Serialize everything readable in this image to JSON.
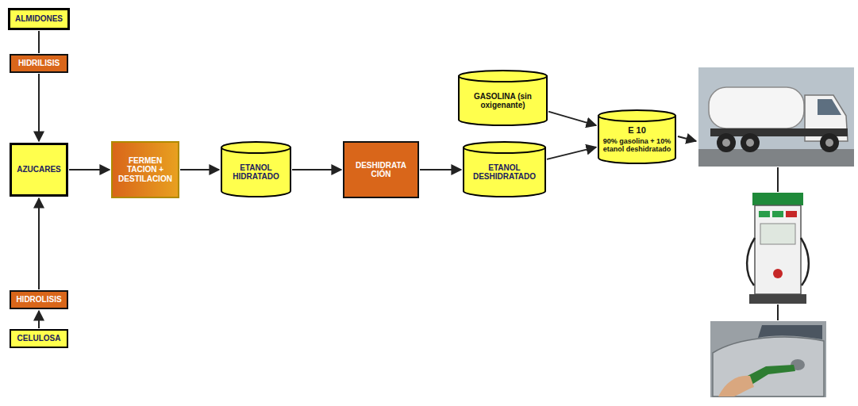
{
  "diagram": {
    "nodes": [
      {
        "text": [
          "ALMIDONES"
        ]
      },
      {
        "text": [
          "HIDRILISIS"
        ]
      },
      {
        "text": [
          "AZUCARES"
        ]
      },
      {
        "text": [
          "HIDROLISIS"
        ]
      },
      {
        "text": [
          "CELULOSA"
        ]
      },
      {
        "text": [
          "FERMEN TACION + DESTILACION"
        ]
      },
      {
        "text": [
          "ETANOL HIDRATADO"
        ]
      },
      {
        "text": [
          "DESHIDRATA CIÓN"
        ]
      },
      {
        "text": [
          "ETANOL DESHIDRATADO"
        ]
      },
      {
        "text": [
          "GASOLINA (sin oxigenante)"
        ]
      },
      {
        "text": [
          "E 10",
          "90% gasolina + 10% etanol deshidratado"
        ]
      }
    ],
    "edges": [
      {
        "from": 0,
        "to": 1,
        "arrow": "none"
      },
      {
        "from": 1,
        "to": 2,
        "arrow": "to"
      },
      {
        "from": 4,
        "to": 3,
        "arrow": "to"
      },
      {
        "from": 3,
        "to": 2,
        "arrow": "to"
      },
      {
        "from": 2,
        "to": 5,
        "arrow": "to"
      },
      {
        "from": 5,
        "to": 6,
        "arrow": "to"
      },
      {
        "from": 6,
        "to": 7,
        "arrow": "to"
      },
      {
        "from": 7,
        "to": 8,
        "arrow": "to"
      },
      {
        "from": 9,
        "to": 10,
        "arrow": "to"
      },
      {
        "from": 8,
        "to": 10,
        "arrow": "to"
      }
    ]
  }
}
